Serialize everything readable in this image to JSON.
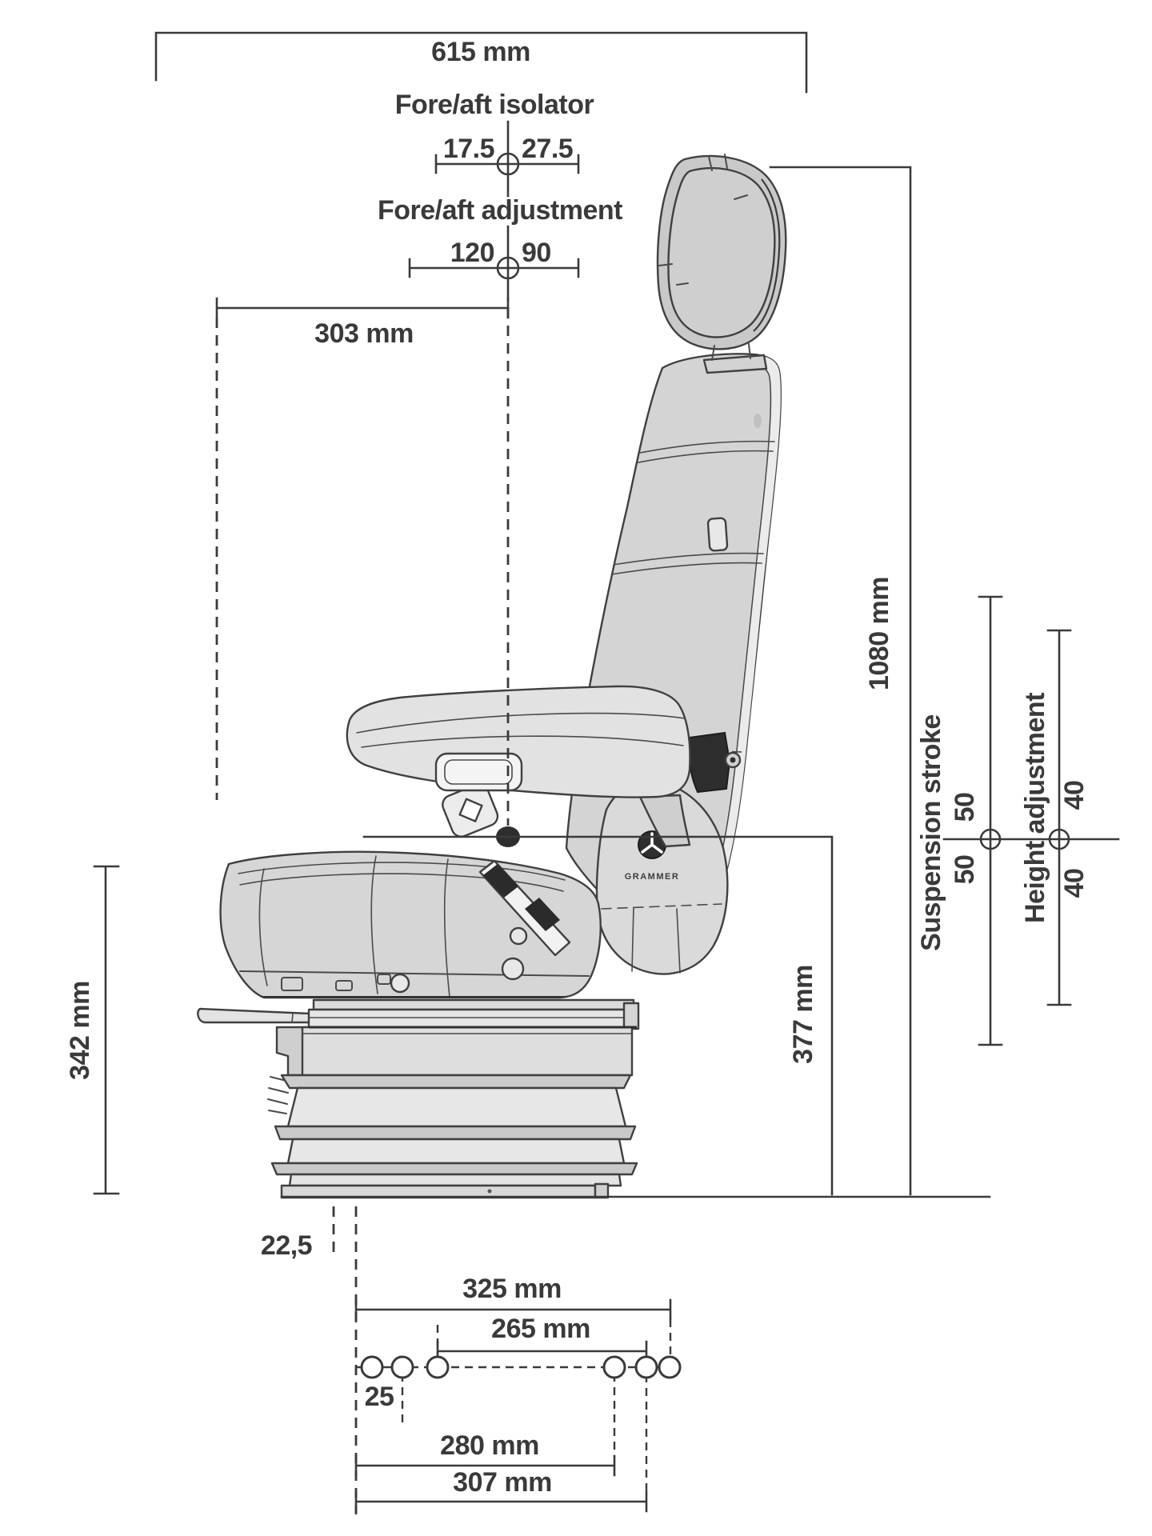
{
  "page": {
    "background": "#ffffff",
    "line_color": "#3a3a3a",
    "drawing_type": "seat dimension side-view technical drawing"
  },
  "drawing": {
    "brand_logo": "GRAMMER",
    "dim_overall_width": "615 mm",
    "isolator": {
      "label": "Fore/aft isolator",
      "left_value": "17.5",
      "right_value": "27.5"
    },
    "adjustment": {
      "label": "Fore/aft adjustment",
      "left_value": "120",
      "right_value": "90"
    },
    "dim_cushion_depth": "303 mm",
    "dim_cushion_height": "342 mm",
    "dim_overall_height": "1080 mm",
    "dim_sip_height": "377 mm",
    "suspension_stroke": {
      "label": "Suspension stroke",
      "upper_value": "50",
      "lower_value": "50"
    },
    "height_adjustment": {
      "label": "Height adjustment",
      "upper_value": "40",
      "lower_value": "40"
    },
    "mounting": {
      "offset": "22,5",
      "hole_pitch": "25",
      "span_outer": "325 mm",
      "span_inner": "265 mm",
      "span_280": "280 mm",
      "span_307": "307 mm"
    }
  }
}
